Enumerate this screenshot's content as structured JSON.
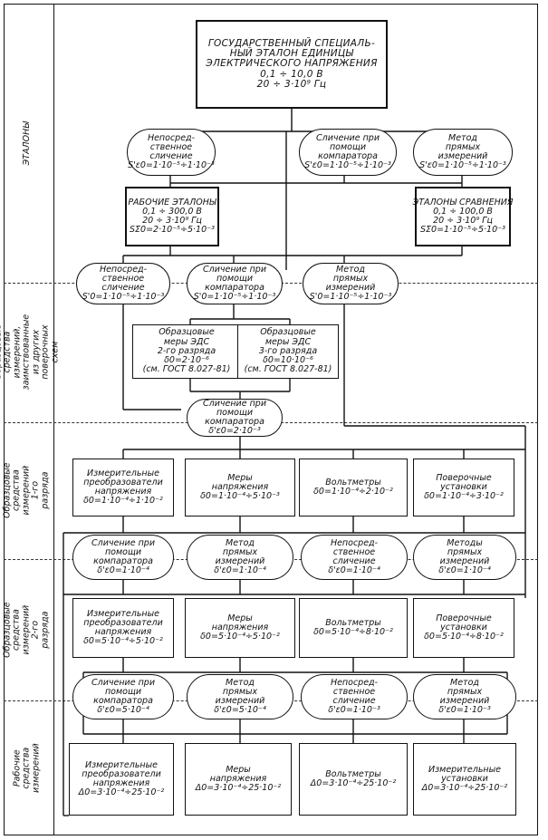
{
  "levels": [
    {
      "id": "etalons",
      "label": "ЭТАЛОНЫ"
    },
    {
      "id": "obr_poverochnye",
      "label": "Образцовые средства измерений, заимствованные из других поверочных схем"
    },
    {
      "id": "obr_1",
      "label": "Образцовые средства измерений 1-го разряда"
    },
    {
      "id": "obr_2",
      "label": "Образцовые средства измерений 2-го разряда"
    },
    {
      "id": "rabochie",
      "label": "Рабочие средства измерений"
    }
  ],
  "top": {
    "lines": [
      "ГОСУДАРСТВЕННЫЙ СПЕЦИАЛЬ-",
      "НЫЙ ЭТАЛОН ЕДИНИЦЫ",
      "ЭЛЕКТРИЧЕСКОГО НАПРЯЖЕНИЯ",
      "0,1 ÷ 10,0 В",
      "20 ÷ 3·10⁹ Гц"
    ]
  },
  "row1": [
    {
      "lines": [
        "Непосред-",
        "ственное",
        "сличение",
        "S'ε0=1·10⁻⁵÷1·10⁻³"
      ]
    },
    {
      "lines": [
        "Сличение при",
        "помощи",
        "компаратора",
        "S'ε0=1·10⁻⁵÷1·10⁻³"
      ]
    },
    {
      "lines": [
        "Метод",
        "прямых",
        "измерений",
        "S'ε0=1·10⁻⁵÷1·10⁻³"
      ]
    }
  ],
  "row2": [
    {
      "lines": [
        "РАБОЧИЕ ЭТАЛОНЫ",
        "0,1 ÷ 300,0 В",
        "20 ÷ 3·10⁹ Гц",
        "SΣ0=2·10⁻⁵÷5·10⁻³"
      ]
    },
    {
      "lines": [
        "ЭТАЛОНЫ СРАВНЕНИЯ",
        "0,1 ÷ 100,0 В",
        "20 ÷ 3·10⁹ Гц",
        "SΣ0=1·10⁻⁵÷5·10⁻³"
      ]
    }
  ],
  "row3": [
    {
      "lines": [
        "Непосред-",
        "ственное",
        "сличение",
        "S'0=1·10⁻⁵÷1·10⁻³"
      ]
    },
    {
      "lines": [
        "Сличение при",
        "помощи",
        "компаратора",
        "S'0=1·10⁻⁵÷1·10⁻³"
      ]
    },
    {
      "lines": [
        "Метод",
        "прямых",
        "измерений",
        "S'0=1·10⁻⁵÷1·10⁻³"
      ]
    }
  ],
  "row4": [
    {
      "lines": [
        "Образцовые",
        "меры ЭДС",
        "2-го разряда",
        "δ0=2·10⁻⁶",
        "(см. ГОСТ 8.027-81)"
      ]
    },
    {
      "lines": [
        "Образцовые",
        "меры ЭДС",
        "3-го разряда",
        "δ0=10·10⁻⁶",
        "(см. ГОСТ 8.027-81)"
      ]
    }
  ],
  "row5": {
    "lines": [
      "Сличение при",
      "помощи",
      "компаратора",
      "δ'ε0=2·10⁻³"
    ]
  },
  "row6": [
    {
      "lines": [
        "Измерительные",
        "преобразователи",
        "напряжения",
        "δ0=1·10⁻⁴÷1·10⁻²"
      ]
    },
    {
      "lines": [
        "Меры",
        "напряжения",
        "δ0=1·10⁻⁴÷5·10⁻³"
      ]
    },
    {
      "lines": [
        "Вольтметры",
        "δ0=1·10⁻⁴÷2·10⁻²"
      ]
    },
    {
      "lines": [
        "Поверочные",
        "установки",
        "δ0=1·10⁻⁴÷3·10⁻²"
      ]
    }
  ],
  "row7": [
    {
      "lines": [
        "Сличение при",
        "помощи",
        "компаратора",
        "δ'ε0=1·10⁻⁴"
      ]
    },
    {
      "lines": [
        "Метод",
        "прямых",
        "измерений",
        "δ'ε0=1·10⁻⁴"
      ]
    },
    {
      "lines": [
        "Непосред-",
        "ственное",
        "сличение",
        "δ'ε0=1·10⁻⁴"
      ]
    },
    {
      "lines": [
        "Методы",
        "прямых",
        "измерений",
        "δ'ε0=1·10⁻⁴"
      ]
    }
  ],
  "row8": [
    {
      "lines": [
        "Измерительные",
        "преобразователи",
        "напряжения",
        "δ0=5·10⁻⁴÷5·10⁻²"
      ]
    },
    {
      "lines": [
        "Меры",
        "напряжения",
        "δ0=5·10⁻⁴÷5·10⁻²"
      ]
    },
    {
      "lines": [
        "Вольтметры",
        "δ0=5·10⁻⁴÷8·10⁻²"
      ]
    },
    {
      "lines": [
        "Поверочные",
        "установки",
        "δ0=5·10⁻⁴÷8·10⁻²"
      ]
    }
  ],
  "row9": [
    {
      "lines": [
        "Сличение при",
        "помощи",
        "компаратора",
        "δ'ε0=5·10⁻⁴"
      ]
    },
    {
      "lines": [
        "Метод",
        "прямых",
        "измерений",
        "δ'ε0=5·10⁻⁴"
      ]
    },
    {
      "lines": [
        "Непосред-",
        "ственное",
        "сличение",
        "δ'ε0=1·10⁻³"
      ]
    },
    {
      "lines": [
        "Метод",
        "прямых",
        "измерений",
        "δ'ε0=1·10⁻³"
      ]
    }
  ],
  "row10": [
    {
      "lines": [
        "Измерительные",
        "преобразователи",
        "напряжения",
        "Δ0=3·10⁻⁴÷25·10⁻²"
      ]
    },
    {
      "lines": [
        "Меры",
        "напряжения",
        "Δ0=3·10⁻⁴÷25·10⁻²"
      ]
    },
    {
      "lines": [
        "Вольтметры",
        "Δ0=3·10⁻⁴÷25·10⁻²"
      ]
    },
    {
      "lines": [
        "Измерительные",
        "установки",
        "Δ0=3·10⁻⁴÷25·10⁻²"
      ]
    }
  ]
}
